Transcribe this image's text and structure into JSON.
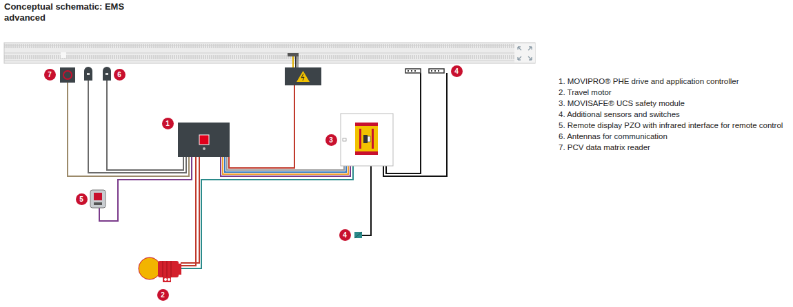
{
  "diagram": {
    "title": "Conceptual schematic: EMS advanced",
    "labels": [
      "7",
      "6",
      "1",
      "4",
      "3",
      "5",
      "4",
      "2",
      "1. MOVIPRO® PHE drive and application controller",
      "2. Travel motor",
      "3. MOVISAFE® UCS safety module",
      "4. Additional sensors and switches",
      "5. Remote display PZO with infrared interface for remote control",
      "6. Antennas for communication",
      "7. PCV data matrix reader"
    ]
  }
}
